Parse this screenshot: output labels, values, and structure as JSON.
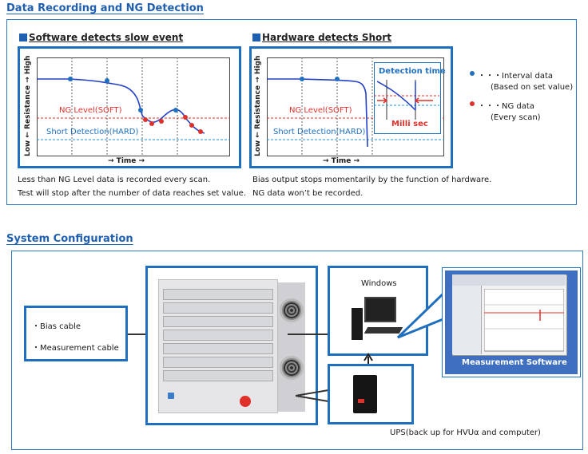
{
  "sections": {
    "top_title": "Data Recording and NG Detection",
    "bottom_title": "System Configuration"
  },
  "software_panel": {
    "heading": "Software detects slow event",
    "ng_level": "NG Level(SOFT)",
    "short_detection": "Short Detection(HARD)",
    "y_high": "High",
    "y_label": "Low ← Resistance →",
    "x_label": "→ Time →",
    "note_1": "Less than NG Level data is recorded every scan.",
    "note_2": "Test will stop after the number of data reaches set value."
  },
  "hardware_panel": {
    "heading": "Hardware detects  Short",
    "ng_level": "NG Level(SOFT)",
    "short_detection": "Short Detection(HARD)",
    "y_high": "High",
    "y_label": "Low ← Resistance →",
    "x_label": "→ Time →",
    "detection_time": "Detection time",
    "milli_sec": "Milli sec",
    "note_1": "Bias output stops momentarily by the function of hardware.",
    "note_2": "NG data won’t be recorded."
  },
  "legend": {
    "interval": "・・・Interval data",
    "interval_sub": "(Based on set value)",
    "ng": "・・・NG data",
    "ng_sub": "(Every scan)",
    "interval_color": "#1f6fc0",
    "ng_color": "#e0302a"
  },
  "system": {
    "cables": [
      "・Bias cable",
      "・Measurement cable"
    ],
    "windows": "Windows",
    "measurement_software": "Measurement Software",
    "ups": "UPS(back up for HVUα and computer)"
  }
}
